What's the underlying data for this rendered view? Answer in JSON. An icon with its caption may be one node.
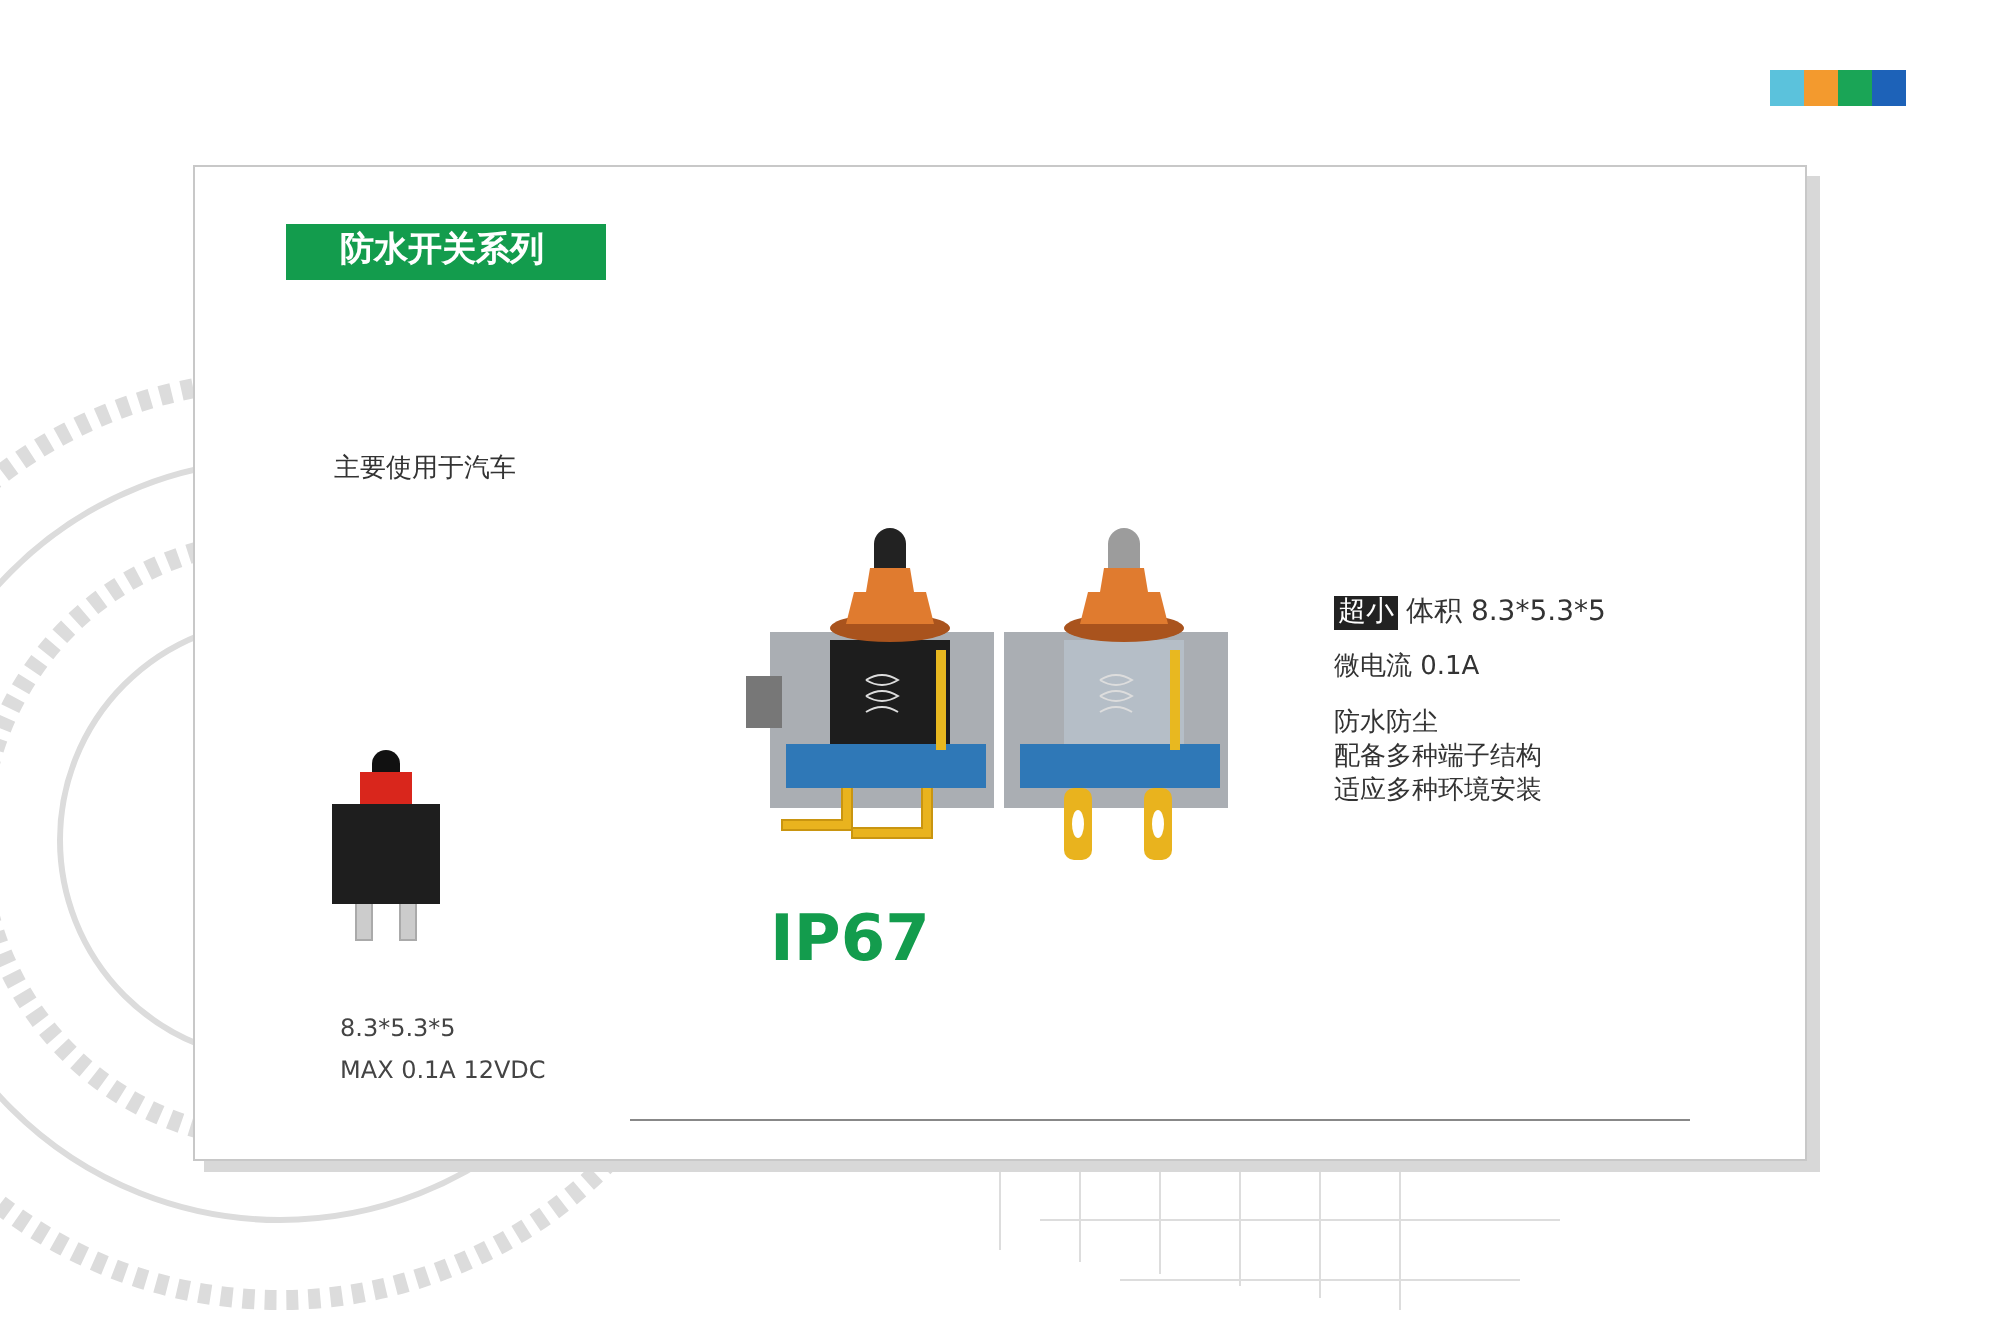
{
  "diagram": {
    "labels": [
      "防水开关系列",
      "主要使用于汽车",
      "超小",
      "体积 8.3*5.3*5",
      "微电流 0.1A",
      "防水防尘",
      "配备多种端子结构",
      "适应多种环境安装",
      "IP67",
      "8.3*5.3*5",
      "MAX 0.1A 12VDC"
    ]
  }
}
